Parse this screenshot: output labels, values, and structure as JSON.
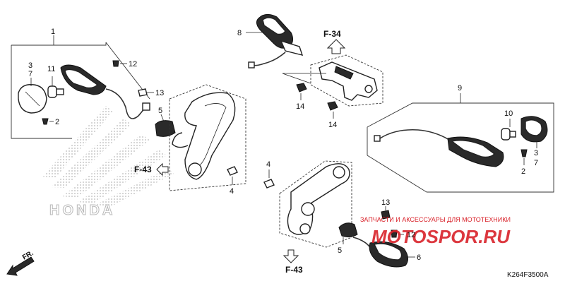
{
  "callouts": {
    "c1": "1",
    "c2a": "2",
    "c3a": "3",
    "c7a": "7",
    "c11": "11",
    "c12a": "12",
    "c13a": "13",
    "c5a": "5",
    "c4a": "4",
    "c4b": "4",
    "c8": "8",
    "c14a": "14",
    "c14b": "14",
    "c9": "9",
    "c10": "10",
    "c3b": "3",
    "c7b": "7",
    "c2b": "2",
    "c13b": "13",
    "c12b": "12",
    "c5b": "5",
    "c6": "6"
  },
  "refs": {
    "f34": "F-34",
    "f43_left": "F-43",
    "f43_bottom": "F-43",
    "front": "FR."
  },
  "watermark": {
    "brand_logo": "HONDA",
    "shop_banner": "ЗАПЧАСТИ И АКСЕССУАРЫ ДЛЯ МОТОТЕХНИКИ",
    "shop_logo": "MOTOSPOR.RU"
  },
  "diagram_code": "K264F3500A",
  "colors": {
    "ink": "#222222",
    "watermark_red": "#d9222a",
    "watermark_gray": "#b8b8b8"
  }
}
